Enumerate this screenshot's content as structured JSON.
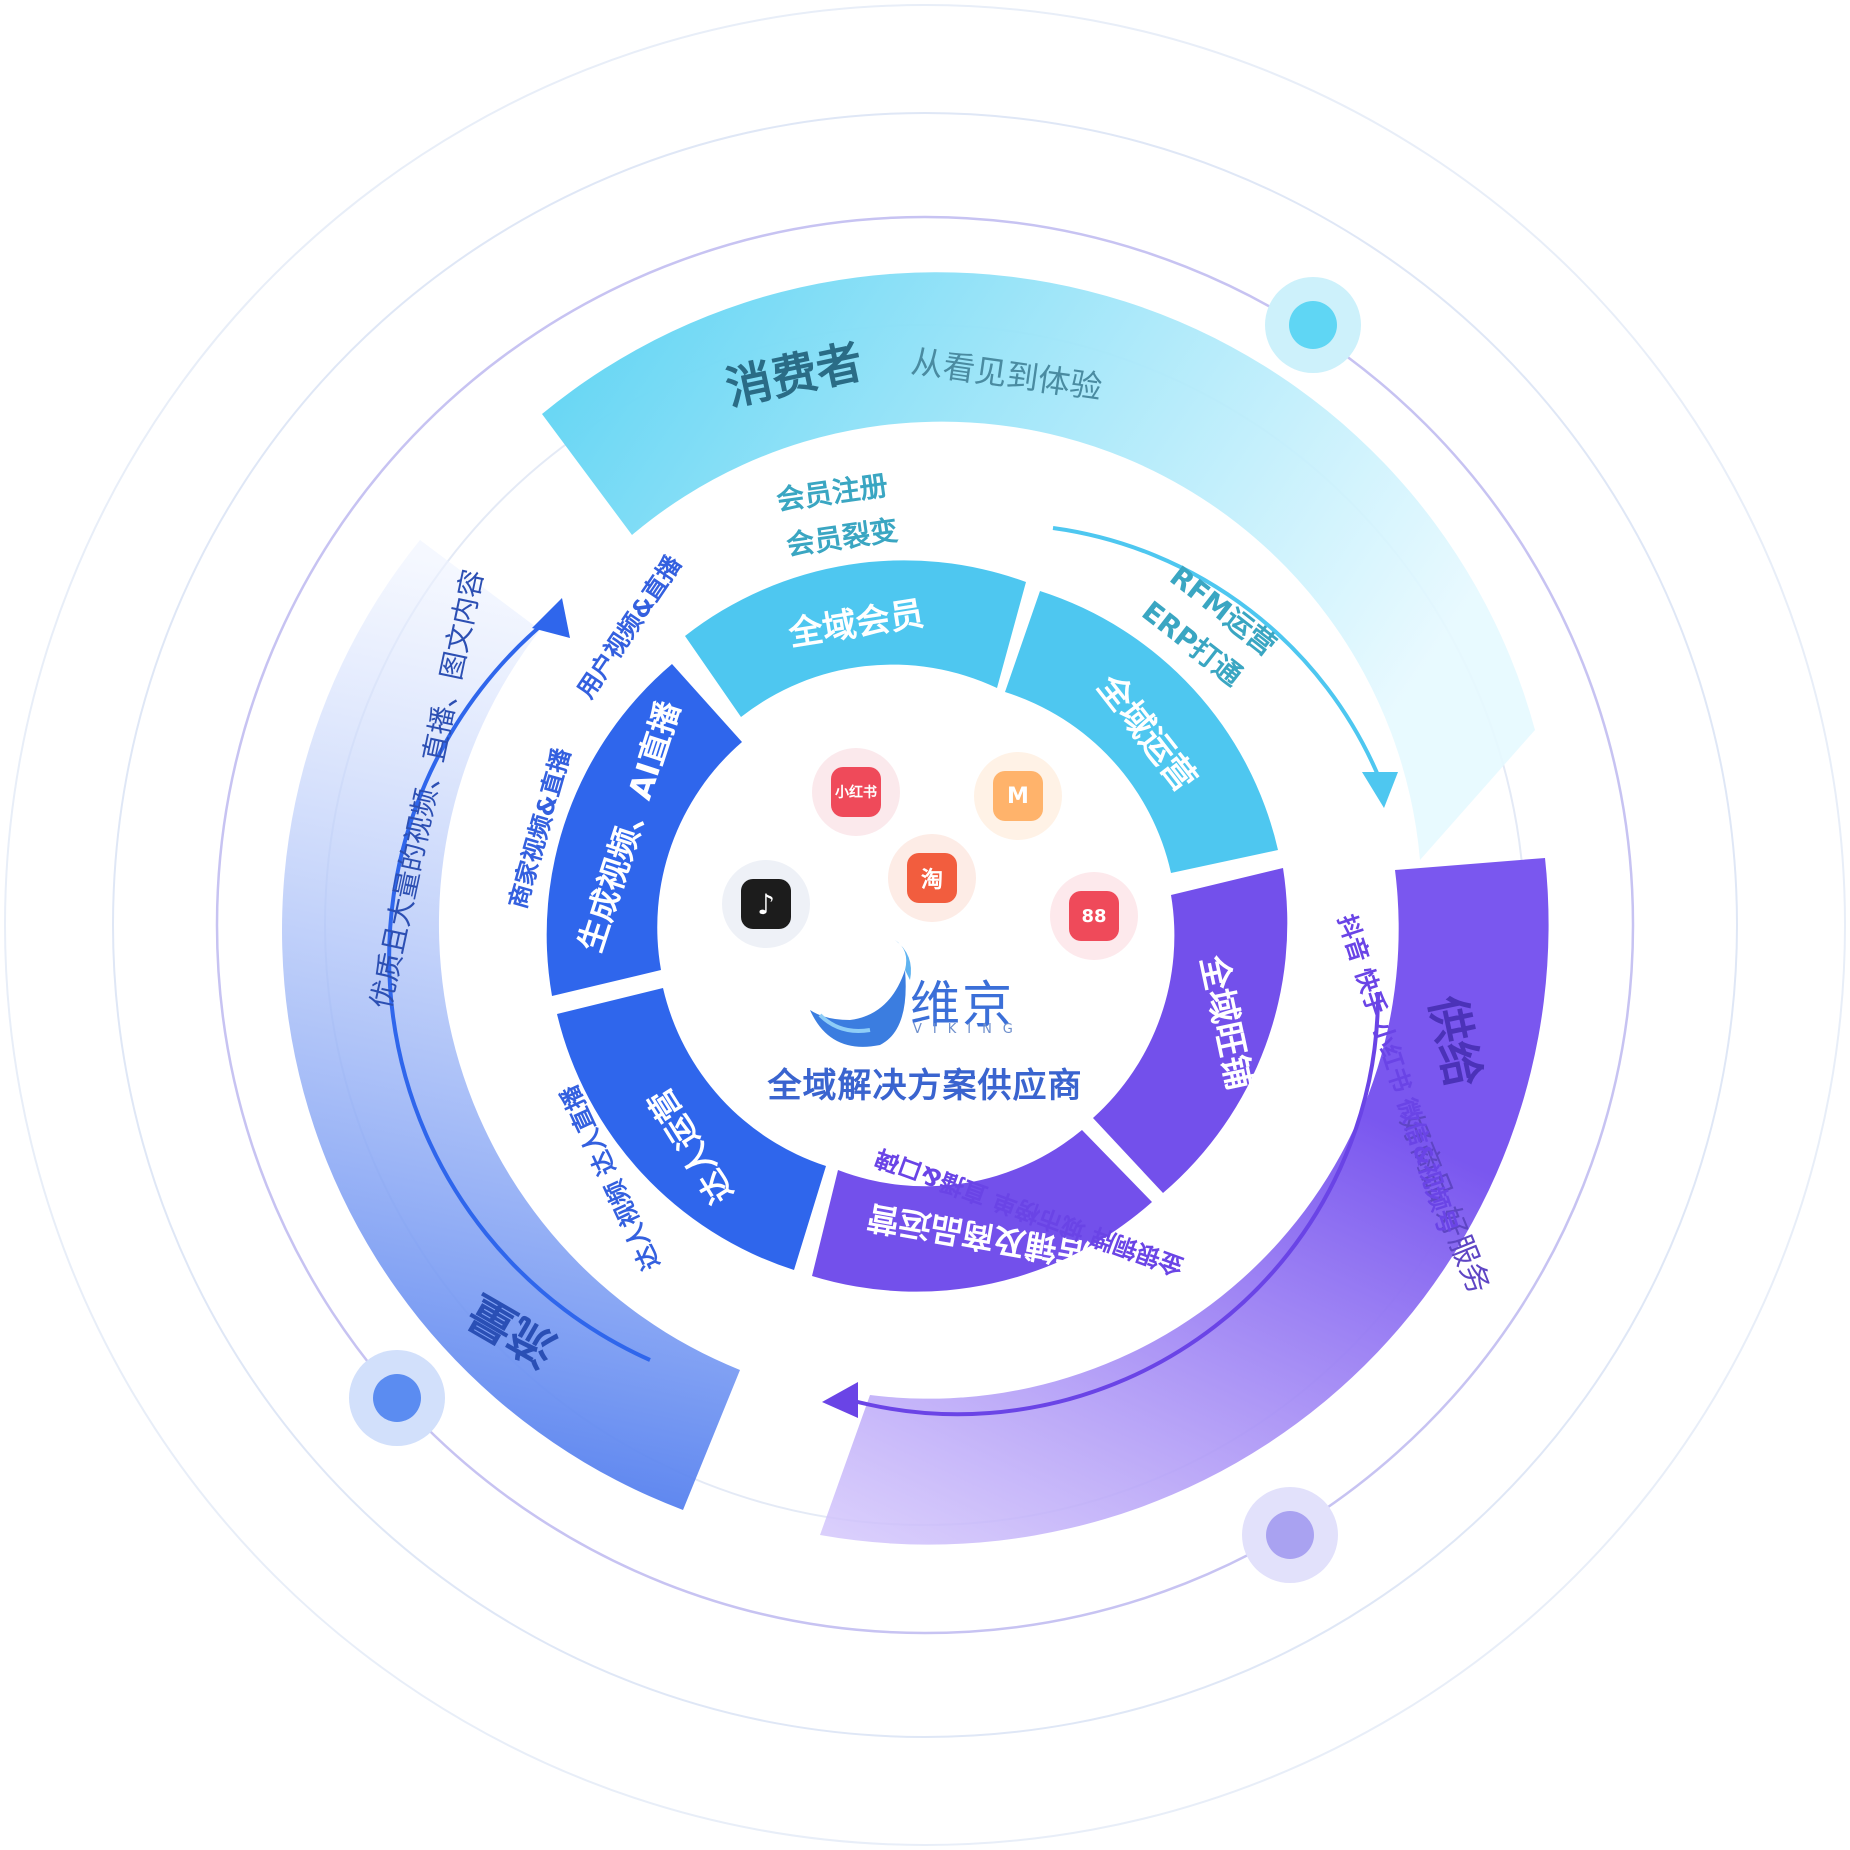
{
  "center": {
    "brand_name": "维京",
    "brand_sub": "VIKING",
    "tagline": "全域解决方案供应商",
    "icons": [
      {
        "name": "xiaohongshu-icon",
        "label": "小红书",
        "color": "#ef4a5a"
      },
      {
        "name": "weimob-icon",
        "label": "M",
        "color": "#ffb36b"
      },
      {
        "name": "taobao-icon",
        "label": "淘",
        "color": "#f25d3e"
      },
      {
        "name": "douyin-icon",
        "label": "♪",
        "color": "#1c1c1c"
      },
      {
        "name": "kuaishou-icon",
        "label": "88",
        "color": "#ef4a5a"
      }
    ]
  },
  "outer": {
    "consumer": {
      "title": "消费者",
      "subtitle": "从看见到体验"
    },
    "supply": {
      "title": "供给",
      "subtitle": "好商品 好服务"
    },
    "traffic": {
      "title": "流量",
      "subtitle": "优质且大量的视频、直播、图文内容"
    }
  },
  "ring_segments": [
    {
      "id": "member",
      "label": "全域会员"
    },
    {
      "id": "ops",
      "label": "全域运营"
    },
    {
      "id": "shop",
      "label": "全域旺铺"
    },
    {
      "id": "store",
      "label": "店铺及商品运营"
    },
    {
      "id": "kol",
      "label": "达人运营"
    },
    {
      "id": "video",
      "label": "生成视频、AI直播"
    }
  ],
  "annotations": {
    "member_line1": "会员注册",
    "member_line2": "会员裂变",
    "ops_line1": "RFM运营",
    "ops_line2": "ERP打通",
    "platforms": "抖音 快手 小红书 微信&视频号",
    "rank": "金银铜牌 城市榜单 直播&口碑",
    "kol": "达人视频 达人直播",
    "video_line1": "用户视频&直播",
    "video_line2": "商家视频&直播"
  },
  "colors": {
    "consumer": "#5fd6f4",
    "supply": "#7c5cf0",
    "traffic": "#4a78ee",
    "member": "#4ec7f0",
    "ops": "#4ec7f0",
    "shop": "#7350eb",
    "store": "#7350eb",
    "kol": "#2f66ec",
    "video": "#2f66ec",
    "cyan_text": "#3aa6c2",
    "purple_text": "#6a44e6",
    "blue_text": "#3460df"
  }
}
